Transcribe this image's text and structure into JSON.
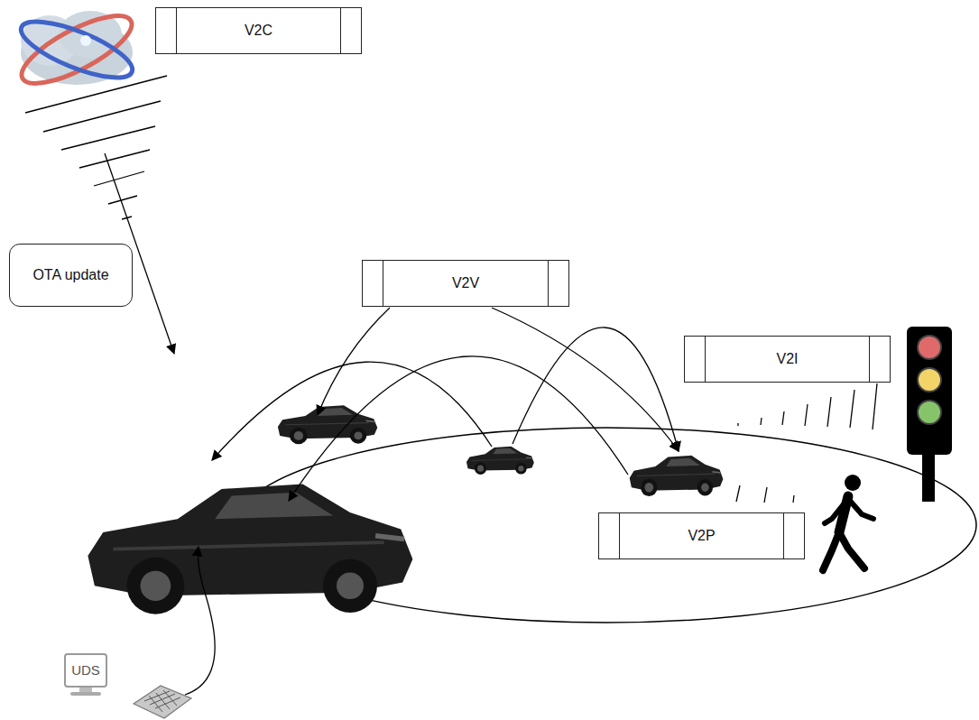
{
  "diagram": {
    "nodes": [
      {
        "text": [
          "V2C"
        ]
      },
      {
        "text": [
          "OTA update"
        ]
      },
      {
        "text": [
          "V2V"
        ]
      },
      {
        "text": [
          "V2I"
        ]
      },
      {
        "text": [
          "V2P"
        ]
      },
      {
        "text": [
          "UDS"
        ]
      }
    ]
  }
}
